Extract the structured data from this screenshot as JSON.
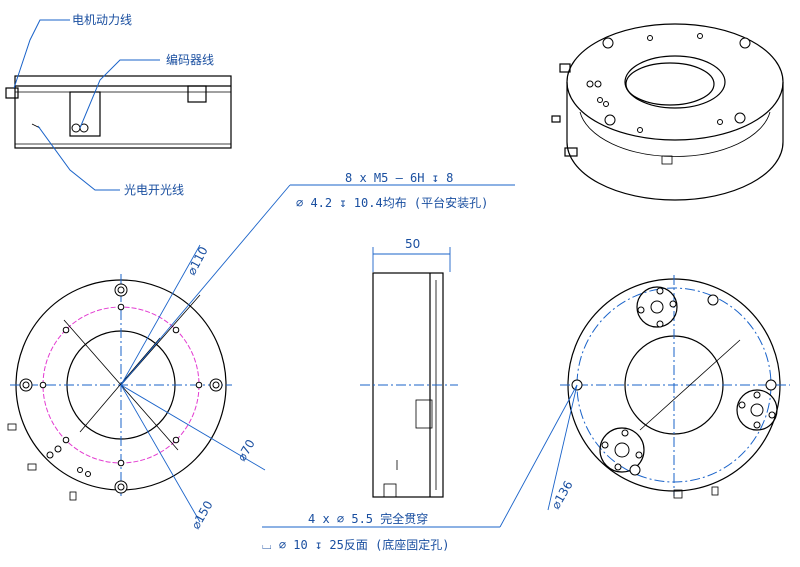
{
  "labels": {
    "motor_power_line": "电机动力线",
    "encoder_line": "编码器线",
    "photo_switch_line": "光电开光线",
    "top_callout_line1": "8 x  M5 – 6H ↧ 8",
    "top_callout_line2": "⌀ 4.2 ↧ 10.4均布 (平台安装孔)",
    "dim_110": "⌀110",
    "dim_70": "⌀70",
    "dim_150": "⌀150",
    "dim_50": "50",
    "dim_136": "⌀136",
    "bottom_callout_line1": "4 x  ⌀ 5.5 完全贯穿",
    "bottom_callout_line2": "⌴ ⌀ 10 ↧ 25反面 (底座固定孔)"
  }
}
